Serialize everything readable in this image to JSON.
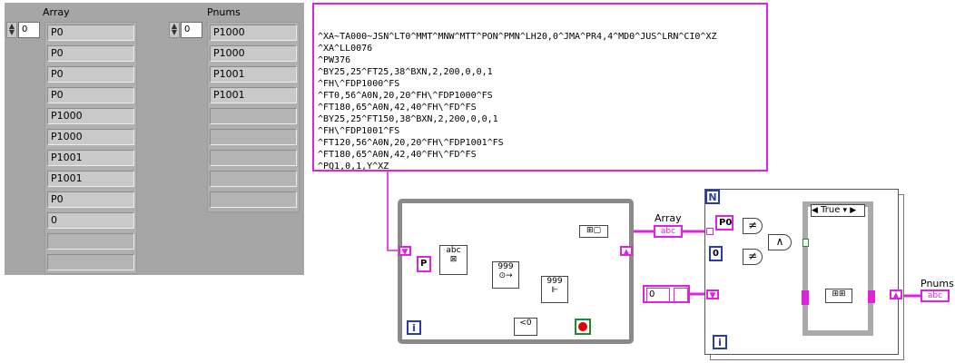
{
  "front_panel": {
    "array": {
      "label": "Array",
      "index": "0",
      "items": [
        "P0",
        "P0",
        "P0",
        "P0",
        "P1000",
        "P1000",
        "P1001",
        "P1001",
        "P0",
        "0",
        "",
        ""
      ]
    },
    "pnums": {
      "label": "Pnums",
      "index": "0",
      "items": [
        "P1000",
        "P1000",
        "P1001",
        "P1001",
        "",
        "",
        "",
        "",
        ""
      ]
    }
  },
  "string_constant": {
    "lines": [
      "^XA~TA000~JSN^LT0^MMT^MNW^MTT^PON^PMN^LH20,0^JMA^PR4,4^MD0^JUS^LRN^CI0^XZ",
      "^XA^LL0076",
      "^PW376",
      "^BY25,25^FT25,38^BXN,2,200,0,0,1",
      "^FH\\^FDP1000^FS",
      "^FT0,56^A0N,20,20^FH\\^FDP1000^FS",
      "^FT180,65^A0N,42,40^FH\\^FD^FS",
      "^BY25,25^FT150,38^BXN,2,200,0,0,1",
      "^FH\\^FDP1001^FS",
      "^FT120,56^A0N,20,20^FH\\^FDP1001^FS",
      "^FT180,65^A0N,42,40^FH\\^FD^FS",
      "^PQ1,0,1,Y^XZ"
    ]
  },
  "block_diagram": {
    "p_constant": "P",
    "array_label": "Array",
    "pnums_label": "Pnums",
    "p0_constant": "P0",
    "zero_constant": "0",
    "init_constant": "0",
    "case_selector": "True",
    "loop_n": "N",
    "loop_i": "i",
    "compare_less_zero": "<0",
    "not_equal_symbol": "≠",
    "and_symbol": "∧",
    "iter_symbol": "i",
    "terminal_abc": "abc",
    "stop_color": "#e00000",
    "wire_string_color": "#e021e0",
    "wire_int_color": "#2a3ab0",
    "wire_bool_color": "#1e8c2e"
  }
}
